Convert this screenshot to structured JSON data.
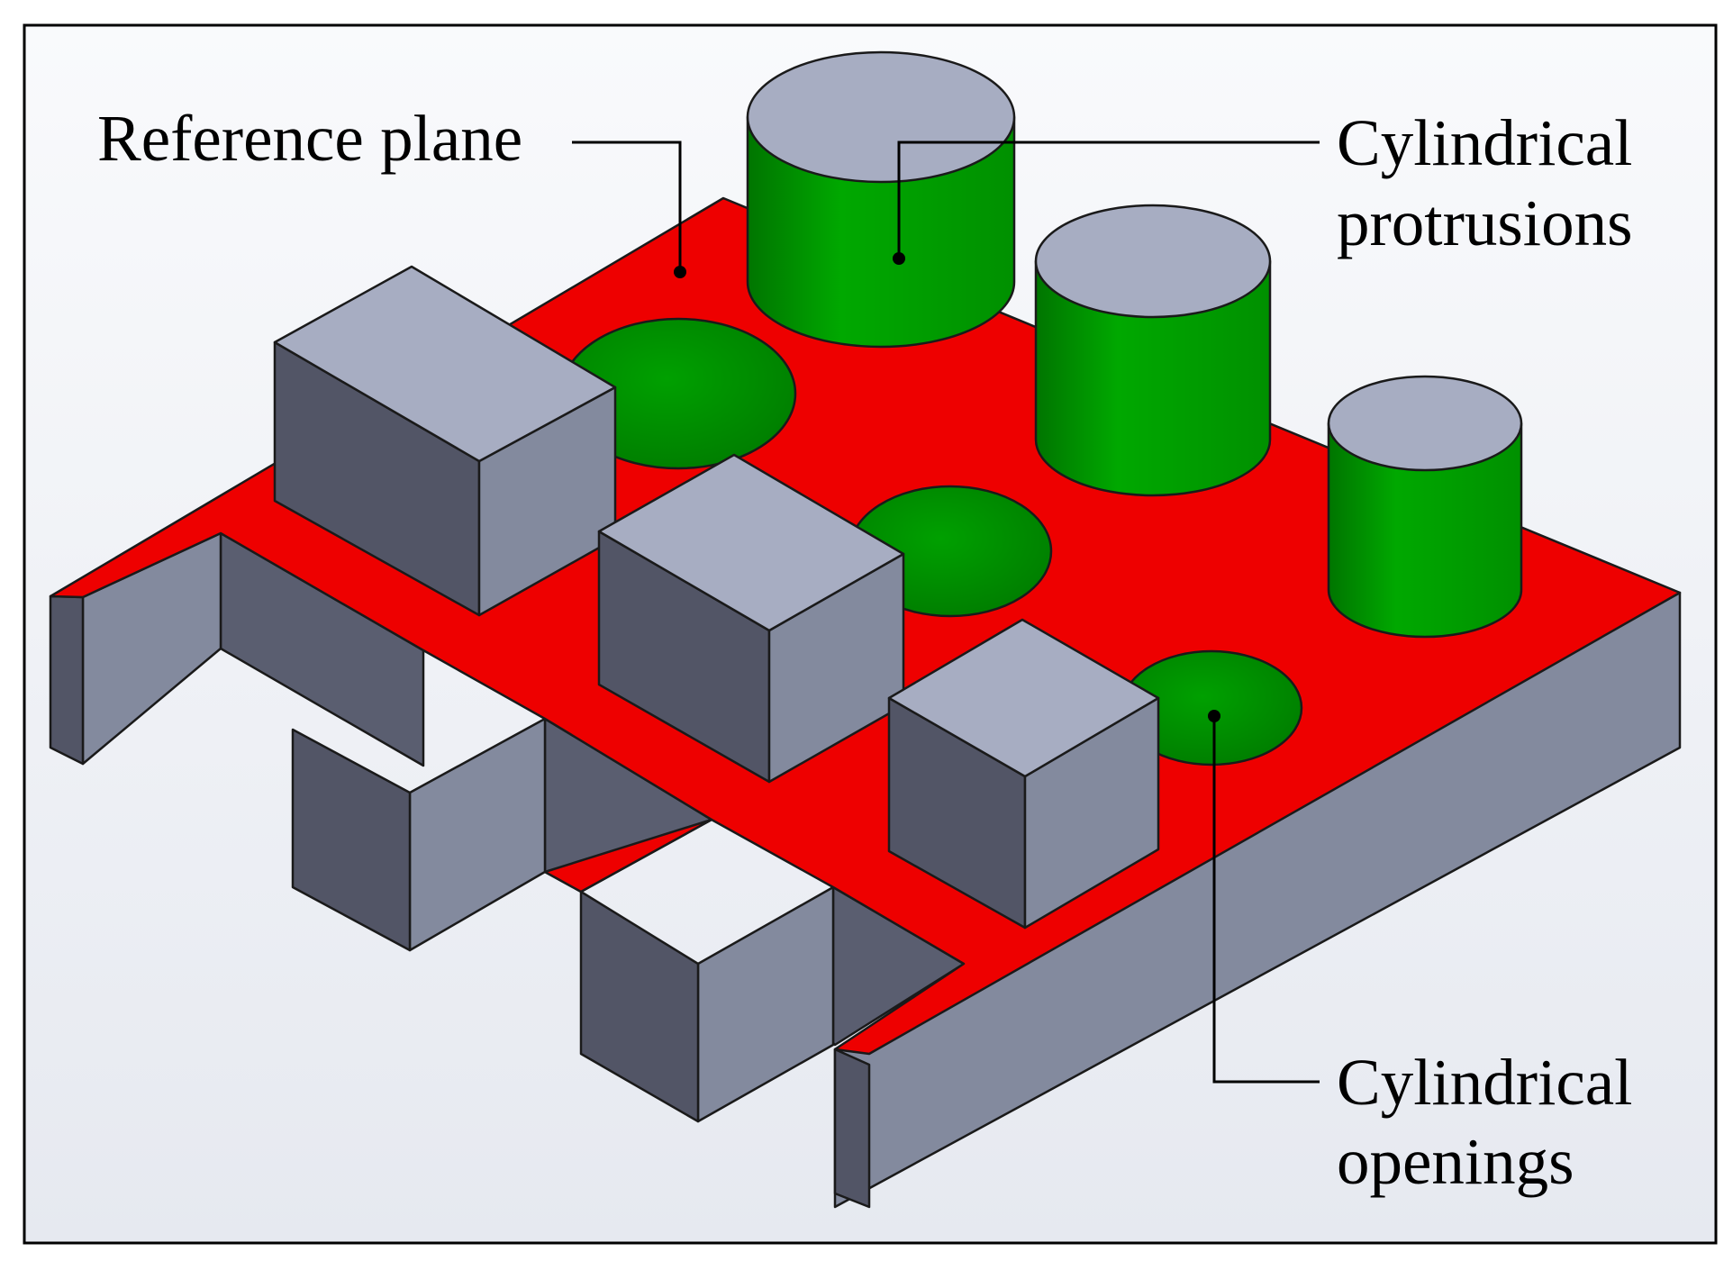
{
  "labels": {
    "reference_plane": "Reference plane",
    "protrusions_line1": "Cylindrical",
    "protrusions_line2": "protrusions",
    "openings_line1": "Cylindrical",
    "openings_line2": "openings"
  },
  "colors": {
    "reference_plane": "#ee0000",
    "cylinder_side": "#00a000",
    "cylinder_top": "#a7adc2",
    "block_top": "#a7adc2",
    "block_front": "#838a9e",
    "block_side": "#525566",
    "frame": "#000000"
  }
}
